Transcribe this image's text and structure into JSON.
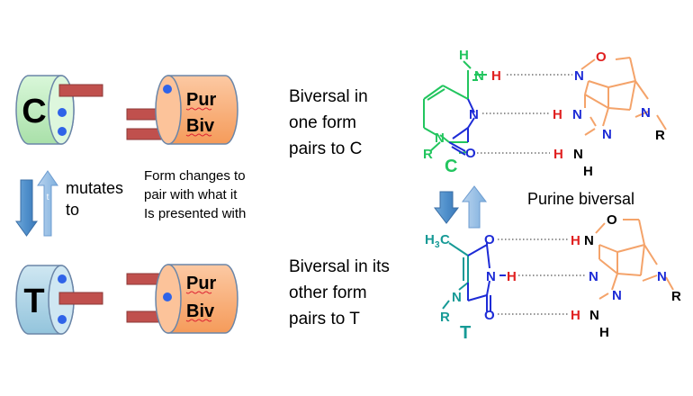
{
  "top_left": {
    "base_letter": "C",
    "partner_line1": "Pur",
    "partner_line2": "Biv"
  },
  "bottom_left": {
    "base_letter": "T",
    "partner_line1": "Pur",
    "partner_line2": "Biv"
  },
  "middle_left": {
    "mutates_line1": "mutates",
    "mutates_line2": "to",
    "form_line1": "Form changes to",
    "form_line2": "pair with what it",
    "form_line3": "Is presented with"
  },
  "captions": {
    "top": [
      "Biversal in",
      "one form",
      "pairs to C"
    ],
    "bottom": [
      "Biversal in its",
      "other form",
      "pairs to T"
    ]
  },
  "right": {
    "purine_biversal": "Purine biversal"
  },
  "chem_top": {
    "H_top": "H",
    "N_amino": "N",
    "H_link": "H",
    "N_ring3": "N",
    "N_ring1": "N",
    "R_left": "R",
    "O_left": "O",
    "C_label": "C",
    "N_iso": "N",
    "O_ring": "O",
    "H_mid": "H",
    "N_pur1": "N",
    "N_pur2": "N",
    "N_pur3": "N",
    "N_pur4": "N",
    "R_right": "R",
    "H_bot": "H",
    "N_amino2": "N",
    "H_bot2": "H"
  },
  "chem_bottom": {
    "H3C_H": "H",
    "H3C_sub": "3",
    "H3C_C": "C",
    "O_top": "O",
    "N_ring3": "N",
    "H_link": "H",
    "N_ring1": "N",
    "O_left": "O",
    "R_left": "R",
    "T_label": "T",
    "H_top": "H",
    "N_iso": "N",
    "O_ring": "O",
    "N_pur1": "N",
    "N_pur2": "N",
    "N_pur3": "N",
    "R_right": "R",
    "H_bot": "H",
    "N_amino": "N",
    "H_bot2": "H"
  },
  "colors": {
    "c_fill": "#c9f0c9",
    "t_fill": "#b9dcea",
    "biv_fill": "#fbb785",
    "bar": "#c0504d",
    "dot": "#2f63e8",
    "green": "#22c55e",
    "blue": "#1d2bd6",
    "red": "#e02020",
    "orange": "#f4a36a",
    "teal": "#179a96"
  }
}
